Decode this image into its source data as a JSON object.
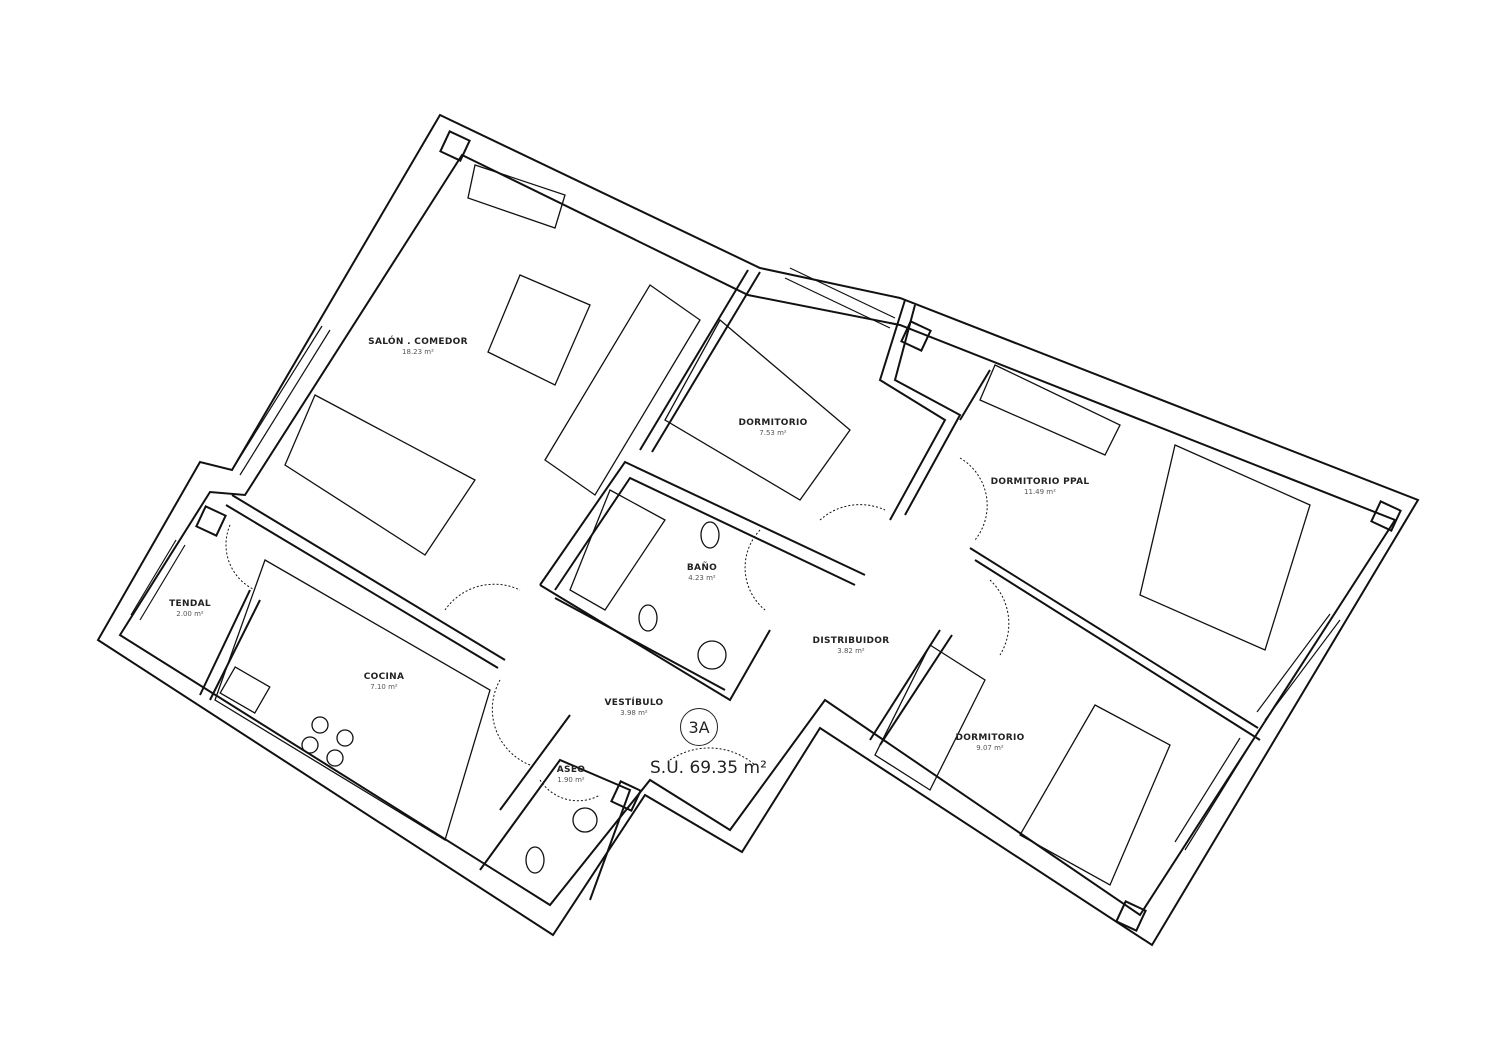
{
  "plan": {
    "unit_label": "3A",
    "total_area": "S.U. 69.35 m²",
    "rooms": [
      {
        "name": "SALÓN . COMEDOR",
        "area": "18.23 m²"
      },
      {
        "name": "DORMITORIO",
        "area": "7.53 m²"
      },
      {
        "name": "BAÑO",
        "area": "4.23 m²"
      },
      {
        "name": "DORMITORIO PPAL",
        "area": "11.49 m²"
      },
      {
        "name": "DISTRIBUIDOR",
        "area": "3.82 m²"
      },
      {
        "name": "DORMITORIO",
        "area": "9.07 m²"
      },
      {
        "name": "VESTÍBULO",
        "area": "3.98 m²"
      },
      {
        "name": "ASEO",
        "area": "1.90 m²"
      },
      {
        "name": "COCINA",
        "area": "7.10 m²"
      },
      {
        "name": "TENDAL",
        "area": "2.00 m²"
      }
    ]
  }
}
